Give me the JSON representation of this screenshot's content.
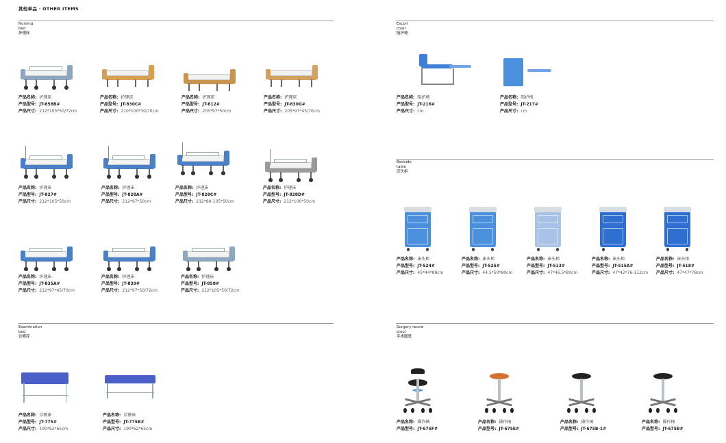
{
  "header": {
    "title": "其他单品 · OTHER ITEMS"
  },
  "labels": {
    "name": "产品名称:",
    "model": "产品型号:",
    "size": "产品尺寸:"
  },
  "sections": {
    "nursing_bed": {
      "en1": "Nursing",
      "en2": "bed",
      "cn": "护理床"
    },
    "escort_chair": {
      "en1": "Escort",
      "en2": "chair",
      "cn": "陪护椅"
    },
    "bedside_table": {
      "en1": "Bedside",
      "en2": "table",
      "cn": "床头柜"
    },
    "examination_bed": {
      "en1": "Examination",
      "en2": "bed",
      "cn": "诊察床"
    },
    "surgery_stool": {
      "en1": "Surgery round",
      "en2": "stool",
      "cn": "手术圆凳"
    }
  },
  "nursing_beds": [
    {
      "name": "护理床",
      "model": "JT-858B#",
      "size": "212*105*50/72cm",
      "icon": "electric-bed-icon",
      "color": "#8ea7c0"
    },
    {
      "name": "护理床",
      "model": "JT-830C#",
      "size": "210*100*30/70cm",
      "icon": "wooden-bed-icon",
      "color": "#d9a050"
    },
    {
      "name": "护理床",
      "model": "JT-812#",
      "size": "205*97*50cm",
      "icon": "wooden-bed-icon",
      "color": "#c99450"
    },
    {
      "name": "护理床",
      "model": "JT-830G#",
      "size": "205*97*45/70cm",
      "icon": "wooden-bed-icon",
      "color": "#d4a060"
    },
    {
      "name": "护理床",
      "model": "JT-827#",
      "size": "212*105*50cm",
      "icon": "manual-bed-icon",
      "color": "#4a80c8"
    },
    {
      "name": "护理床",
      "model": "JT-828A#",
      "size": "212*97*50cm",
      "icon": "manual-bed-icon",
      "color": "#4a80c8"
    },
    {
      "name": "护理床",
      "model": "JT-828C#",
      "size": "212*80-105*50cm",
      "icon": "manual-bed-icon",
      "color": "#4a80c8"
    },
    {
      "name": "护理床",
      "model": "JT-828D#",
      "size": "212*100*50cm",
      "icon": "manual-bed-icon",
      "color": "#9a9a9a"
    },
    {
      "name": "护理床",
      "model": "JT-835A#",
      "size": "212*97*45/70cm",
      "icon": "electric-bed-icon",
      "color": "#4a80c8"
    },
    {
      "name": "护理床",
      "model": "JT-839#",
      "size": "212*97*50/72cm",
      "icon": "electric-bed-icon",
      "color": "#4a80c8"
    },
    {
      "name": "护理床",
      "model": "JT-858#",
      "size": "212*105*50/72cm",
      "icon": "electric-bed-icon",
      "color": "#8ea7c0"
    }
  ],
  "escort_chairs": [
    {
      "name": "陪护椅",
      "model": "JT-216#",
      "size": "cm",
      "icon": "escort-chair-icon"
    },
    {
      "name": "陪护椅",
      "model": "JT-217#",
      "size": "cm",
      "icon": "cabinet-chair-icon"
    }
  ],
  "bedside_tables": [
    {
      "name": "床头柜",
      "model": "JT-524#",
      "size": "45*44*88cm",
      "icon": "cabinet-icon",
      "color": "#4a90dc"
    },
    {
      "name": "床头柜",
      "model": "JT-525#",
      "size": "44.5*50*80cm",
      "icon": "cabinet-icon",
      "color": "#4a90dc"
    },
    {
      "name": "床头柜",
      "model": "JT-513#",
      "size": "47*46.5*80cm",
      "icon": "cabinet-icon",
      "color": "#a9c3e8"
    },
    {
      "name": "床头柜",
      "model": "JT-515A#",
      "size": "47*42*76-112cm",
      "icon": "cabinet-icon",
      "color": "#2e6fcf"
    },
    {
      "name": "床头柜",
      "model": "JT-518#",
      "size": "47*47*78cm",
      "icon": "cabinet-icon",
      "color": "#2e6fcf"
    }
  ],
  "exam_beds": [
    {
      "name": "诊察床",
      "model": "JT-775#",
      "size": "190*62*65cm",
      "icon": "exam-bed-icon"
    },
    {
      "name": "诊察床",
      "model": "JT-775B#",
      "size": "190*62*65cm",
      "icon": "exam-bed-icon"
    }
  ],
  "stools": [
    {
      "name": "操作椅",
      "model": "JT-675F#",
      "icon": "stool-with-back-icon",
      "color": "#222222"
    },
    {
      "name": "操作椅",
      "model": "JT-675E#",
      "icon": "stool-icon",
      "color": "#d6722f"
    },
    {
      "name": "操作椅",
      "model": "JT-675B-1#",
      "icon": "stool-icon",
      "color": "#222222"
    },
    {
      "name": "操作椅",
      "model": "JT-675B#",
      "icon": "stool-icon",
      "color": "#222222"
    }
  ]
}
